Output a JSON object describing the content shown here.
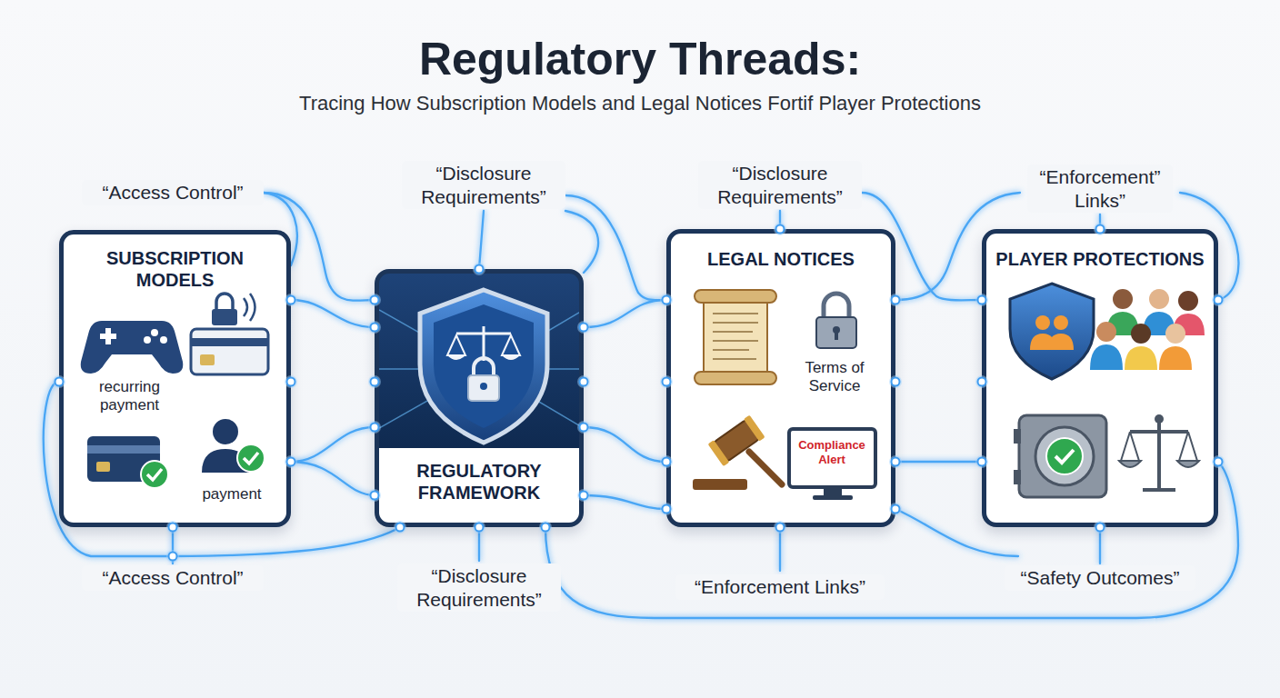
{
  "diagram": {
    "title": "Regulatory Threads:",
    "caption": "Tracing How Subscription Models and Legal Notices Fortif Player Protections",
    "nodes": [
      {
        "text": [
          "SUBSCRIPTION MODELS",
          "recurring payment",
          "payment"
        ]
      },
      {
        "text": [
          "REGULATORY FRAMEWORK"
        ]
      },
      {
        "text": [
          "LEGAL NOTICES",
          "Terms of Service",
          "Compliance Alert"
        ]
      },
      {
        "text": [
          "PLAYER PROTECTIONS"
        ]
      }
    ],
    "edges": [
      {
        "from": 0,
        "to": 1,
        "arrow": "none"
      },
      {
        "from": 1,
        "to": 2,
        "arrow": "none"
      },
      {
        "from": 2,
        "to": 3,
        "arrow": "none"
      }
    ],
    "labels": [
      "“Access Control”",
      "“Disclosure Requirements”",
      "“Disclosure Requirements”",
      "“Enforcement” Links”",
      "“Access Control”",
      "“Disclosure Requirements”",
      "“Enforcement Links”",
      "“Safety Outcomes”"
    ]
  }
}
